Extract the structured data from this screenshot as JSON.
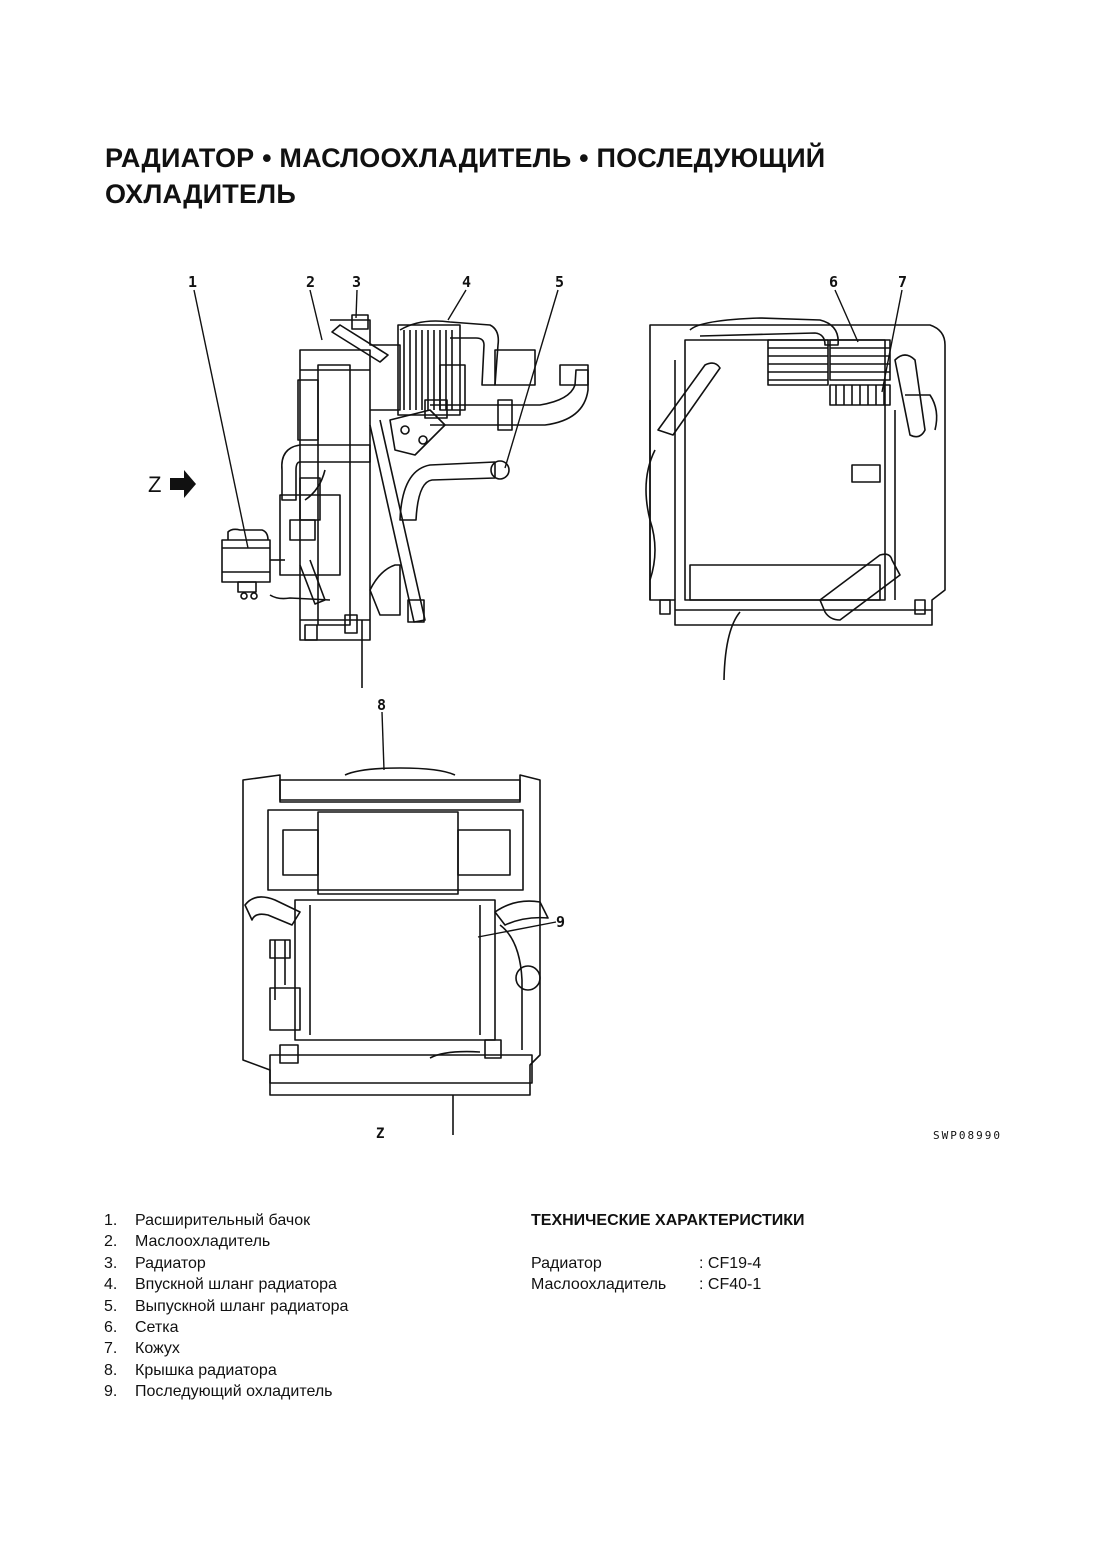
{
  "title": {
    "line1": "РАДИАТОР • МАСЛООХЛАДИТЕЛЬ • ПОСЛЕДУЮЩИЙ",
    "line2": "ОХЛАДИТЕЛЬ"
  },
  "figure": {
    "callouts": [
      "1",
      "2",
      "3",
      "4",
      "5",
      "6",
      "7",
      "8",
      "9"
    ],
    "view_arrow_label": "Z",
    "view_label": "Z",
    "drawing_code": "SWP08990"
  },
  "legend": [
    {
      "num": "1.",
      "text": "Расширительный бачок"
    },
    {
      "num": "2.",
      "text": "Маслоохладитель"
    },
    {
      "num": "3.",
      "text": "Радиатор"
    },
    {
      "num": "4.",
      "text": "Впускной шланг радиатора"
    },
    {
      "num": "5.",
      "text": "Выпускной шланг радиатора"
    },
    {
      "num": "6.",
      "text": "Сетка"
    },
    {
      "num": "7.",
      "text": "Кожух"
    },
    {
      "num": "8.",
      "text": "Крышка радиатора"
    },
    {
      "num": "9.",
      "text": "Последующий охладитель"
    }
  ],
  "specs": {
    "heading": "ТЕХНИЧЕСКИЕ ХАРАКТЕРИСТИКИ",
    "rows": [
      {
        "key": "Радиатор",
        "value": ": CF19-4"
      },
      {
        "key": "Маслоохладитель",
        "value": ": CF40-1"
      }
    ]
  }
}
